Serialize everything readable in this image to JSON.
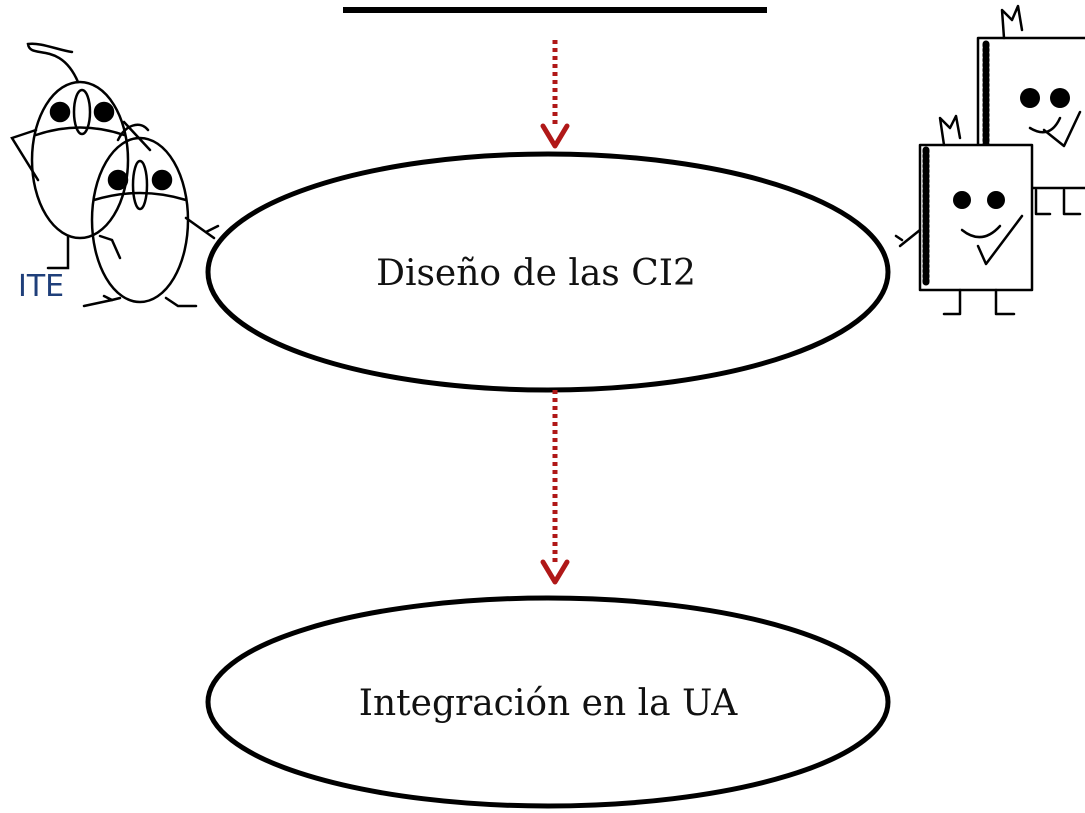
{
  "diagram": {
    "nodes": [
      {
        "id": "design",
        "label": "Diseño de las CI2"
      },
      {
        "id": "integration",
        "label": "Integración en la UA"
      }
    ],
    "edges": [
      {
        "from": "top-bar",
        "to": "design",
        "style": "dotted-arrow"
      },
      {
        "from": "design",
        "to": "integration",
        "style": "dotted-arrow"
      }
    ],
    "side_labels": {
      "left_characters": "ITE"
    }
  },
  "icons": {
    "left": "mouse-characters-icon",
    "right": "notebook-characters-icon"
  },
  "colors": {
    "arrow": "#b01818",
    "outline": "#000000",
    "ite_text": "#1f3f7a"
  }
}
